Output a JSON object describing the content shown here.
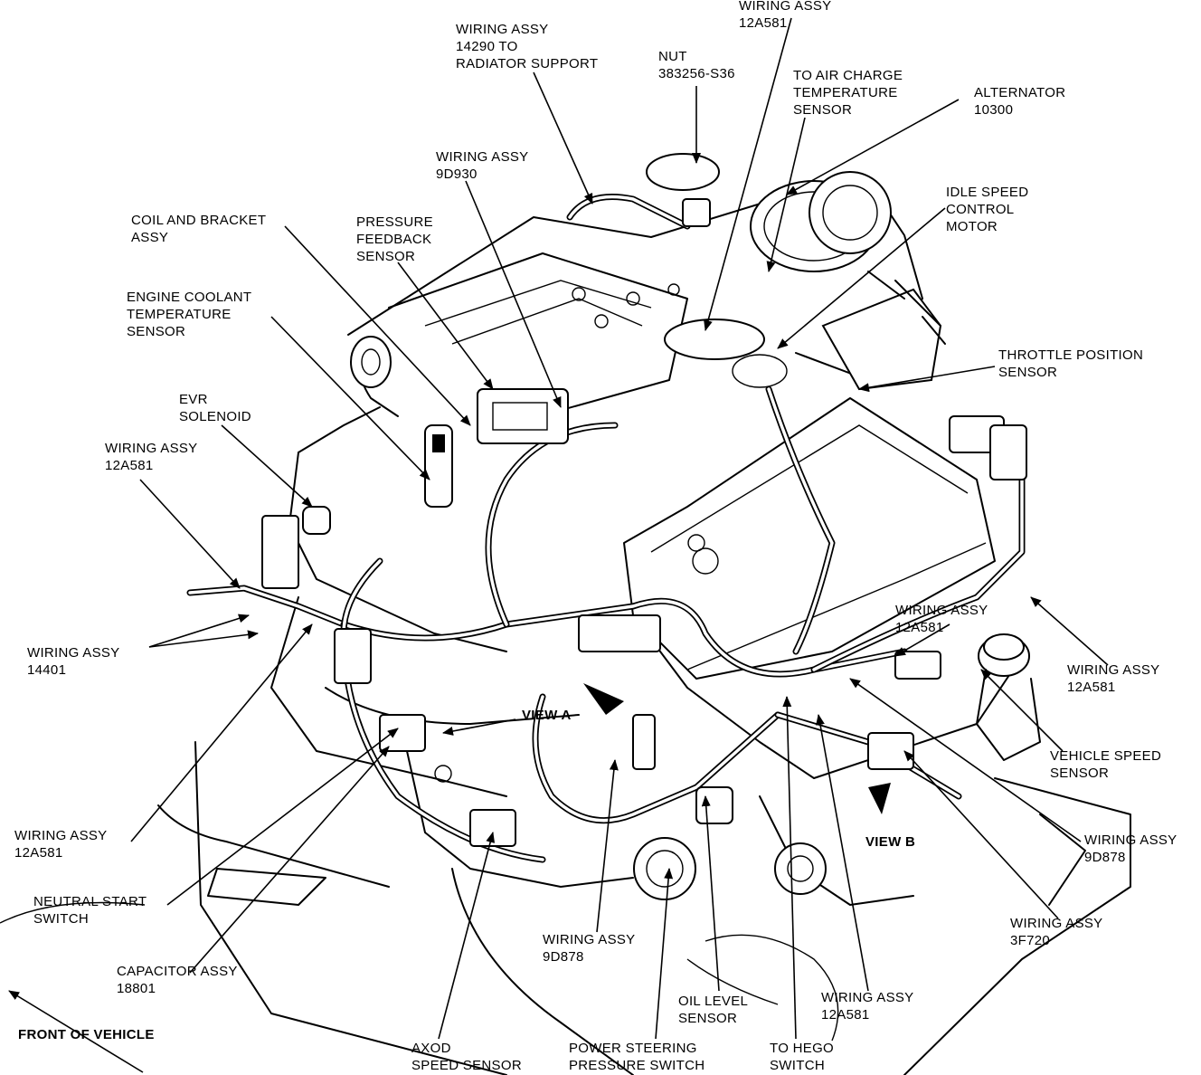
{
  "labels": {
    "wiring_12a581_top": [
      "WIRING ASSY",
      "12A581"
    ],
    "wiring_14290": [
      "WIRING ASSY",
      "14290 TO",
      "RADIATOR SUPPORT"
    ],
    "nut": [
      "NUT",
      "383256-S36"
    ],
    "air_charge": [
      "TO AIR CHARGE",
      "TEMPERATURE",
      "SENSOR"
    ],
    "alternator": [
      "ALTERNATOR",
      "10300"
    ],
    "wiring_9d930": [
      "WIRING ASSY",
      "9D930"
    ],
    "idle_speed": [
      "IDLE SPEED",
      "CONTROL",
      "MOTOR"
    ],
    "coil_bracket": [
      "COIL AND BRACKET",
      "ASSY"
    ],
    "pressure_feedback": [
      "PRESSURE",
      "FEEDBACK",
      "SENSOR"
    ],
    "engine_coolant": [
      "ENGINE COOLANT",
      "TEMPERATURE",
      "SENSOR"
    ],
    "throttle_position": [
      "THROTTLE POSITION",
      "SENSOR"
    ],
    "evr_solenoid": [
      "EVR",
      "SOLENOID"
    ],
    "wiring_12a581_left": [
      "WIRING ASSY",
      "12A581"
    ],
    "wiring_12a581_midright": [
      "WIRING ASSY",
      "12A581"
    ],
    "wiring_12a581_right": [
      "WIRING ASSY",
      "12A581"
    ],
    "wiring_14401": [
      "WIRING ASSY",
      "14401"
    ],
    "view_a": [
      "VIEW A"
    ],
    "vehicle_speed": [
      "VEHICLE SPEED",
      "SENSOR"
    ],
    "wiring_12a581_lowleft": [
      "WIRING ASSY",
      "12A581"
    ],
    "wiring_9d878_right": [
      "WIRING ASSY",
      "9D878"
    ],
    "view_b": [
      "VIEW B"
    ],
    "neutral_start": [
      "NEUTRAL START",
      "SWITCH"
    ],
    "wiring_3f720": [
      "WIRING ASSY",
      "3F720"
    ],
    "wiring_9d878_bottom": [
      "WIRING ASSY",
      "9D878"
    ],
    "capacitor": [
      "CAPACITOR ASSY",
      "18801"
    ],
    "oil_level": [
      "OIL LEVEL",
      "SENSOR"
    ],
    "wiring_12a581_bottom": [
      "WIRING ASSY",
      "12A581"
    ],
    "front_of_vehicle": [
      "FRONT OF VEHICLE"
    ],
    "axod_speed": [
      "AXOD",
      "SPEED SENSOR"
    ],
    "power_steering": [
      "POWER STEERING",
      "PRESSURE SWITCH"
    ],
    "hego": [
      "TO HEGO",
      "SWITCH"
    ]
  }
}
